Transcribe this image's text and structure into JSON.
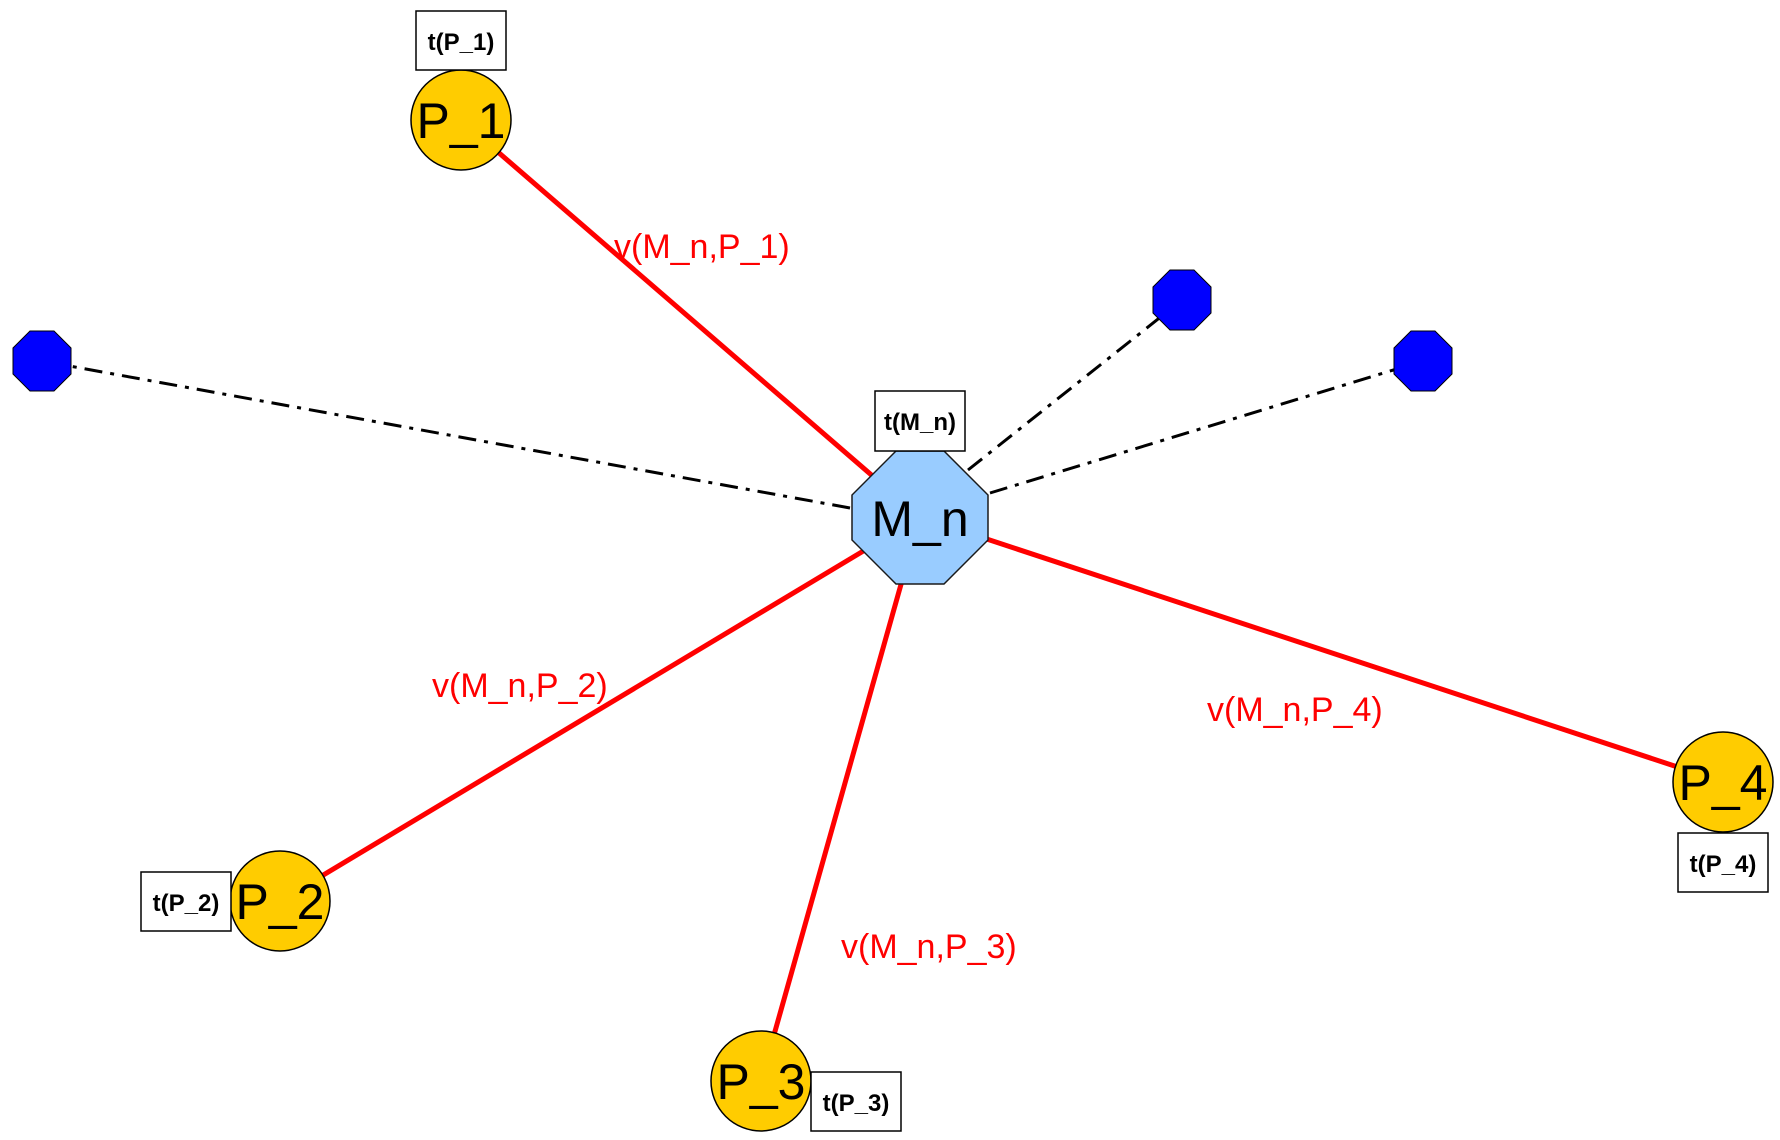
{
  "colors": {
    "background": "#ffffff",
    "central_node_fill": "#99ccff",
    "peer_node_fill": "#ffcc00",
    "other_node_fill": "#0000ff",
    "solid_edge": "#ff0000",
    "edge_label": "#ff0000",
    "dashed_edge": "#000000"
  },
  "central_node": {
    "label": "M_n",
    "tag": "t(M_n)"
  },
  "peer_nodes": [
    {
      "label": "P_1",
      "tag": "t(P_1)",
      "edge_label": "v(M_n,P_1)"
    },
    {
      "label": "P_2",
      "tag": "t(P_2)",
      "edge_label": "v(M_n,P_2)"
    },
    {
      "label": "P_3",
      "tag": "t(P_3)",
      "edge_label": "v(M_n,P_3)"
    },
    {
      "label": "P_4",
      "tag": "t(P_4)",
      "edge_label": "v(M_n,P_4)"
    }
  ],
  "other_nodes": [
    {
      "shape": "octagon"
    },
    {
      "shape": "octagon"
    },
    {
      "shape": "octagon"
    }
  ]
}
